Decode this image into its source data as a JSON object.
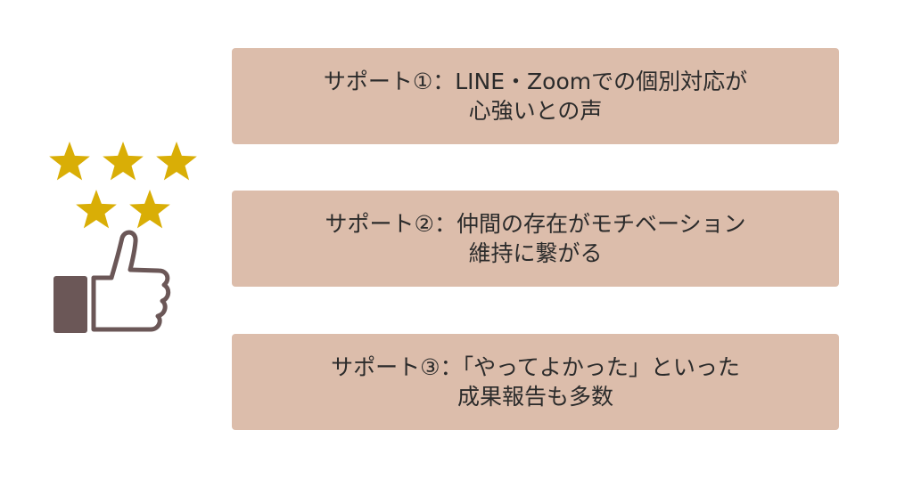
{
  "colors": {
    "card_background": "#dcbdab",
    "star": "#d9ae06",
    "thumb": "#6b5757",
    "text": "#2b2b2b"
  },
  "icon": {
    "stars_count": 5,
    "star_icon": "star-icon",
    "thumb_icon": "thumbs-up-icon"
  },
  "cards": [
    {
      "line1": "サポート①：LINE・Zoomでの個別対応が",
      "line2": "心強いとの声"
    },
    {
      "line1": "サポート②：仲間の存在がモチベーション",
      "line2": "維持に繋がる"
    },
    {
      "line1": "サポート③：「やってよかった」といった",
      "line2": "成果報告も多数"
    }
  ]
}
